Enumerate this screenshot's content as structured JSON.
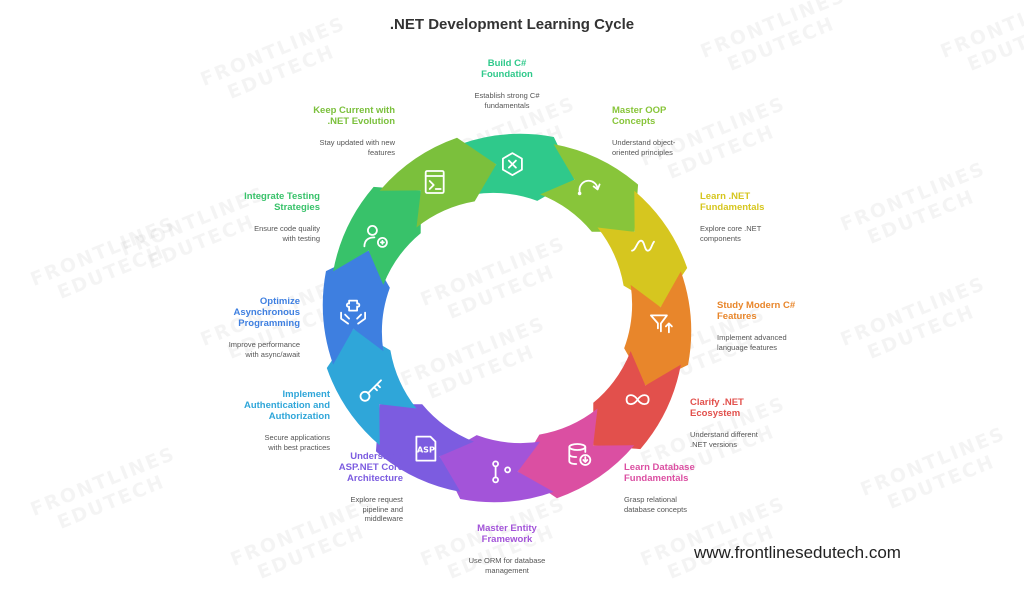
{
  "title": ".NET Development Learning Cycle",
  "website": "www.frontlinesedutech.com",
  "watermark": "FRONTLINES\nEDUTECH",
  "steps": [
    {
      "title": "Build C#\nFoundation",
      "desc": "Establish strong C#\nfundamentals",
      "color": "#2fc98b",
      "icon": "code-hexagon-icon"
    },
    {
      "title": "Master OOP\nConcepts",
      "desc": "Understand object-\noriented principles",
      "color": "#88c53a",
      "icon": "curved-arrow-icon"
    },
    {
      "title": "Learn .NET\nFundamentals",
      "desc": "Explore core .NET\ncomponents",
      "color": "#d6c61f",
      "icon": "wave-icon"
    },
    {
      "title": "Study Modern C#\nFeatures",
      "desc": "Implement advanced\nlanguage features",
      "color": "#e8862b",
      "icon": "filter-arrow-icon"
    },
    {
      "title": "Clarify .NET\nEcosystem",
      "desc": "Understand different\n.NET versions",
      "color": "#e2504c",
      "icon": "infinity-icon"
    },
    {
      "title": "Learn Database\nFundamentals",
      "desc": "Grasp relational\ndatabase concepts",
      "color": "#db4fa2",
      "icon": "database-download-icon"
    },
    {
      "title": "Master Entity\nFramework",
      "desc": "Use ORM for database\nmanagement",
      "color": "#a354d9",
      "icon": "git-branch-icon"
    },
    {
      "title": "Understand\nASP.NET Core\nArchitecture",
      "desc": "Explore request\npipeline and\nmiddleware",
      "color": "#7c5ce0",
      "icon": "asp-file-icon"
    },
    {
      "title": "Implement\nAuthentication and\nAuthorization",
      "desc": "Secure applications\nwith best practices",
      "color": "#2fa6d9",
      "icon": "key-icon"
    },
    {
      "title": "Optimize\nAsynchronous\nProgramming",
      "desc": "Improve performance\nwith async/await",
      "color": "#3e7fe0",
      "icon": "puzzle-hands-icon"
    },
    {
      "title": "Integrate Testing\nStrategies",
      "desc": "Ensure code quality\nwith testing",
      "color": "#38c26a",
      "icon": "user-settings-icon"
    },
    {
      "title": "Keep Current with\n.NET Evolution",
      "desc": "Stay updated with new\nfeatures",
      "color": "#7bc03c",
      "icon": "terminal-file-icon"
    }
  ]
}
